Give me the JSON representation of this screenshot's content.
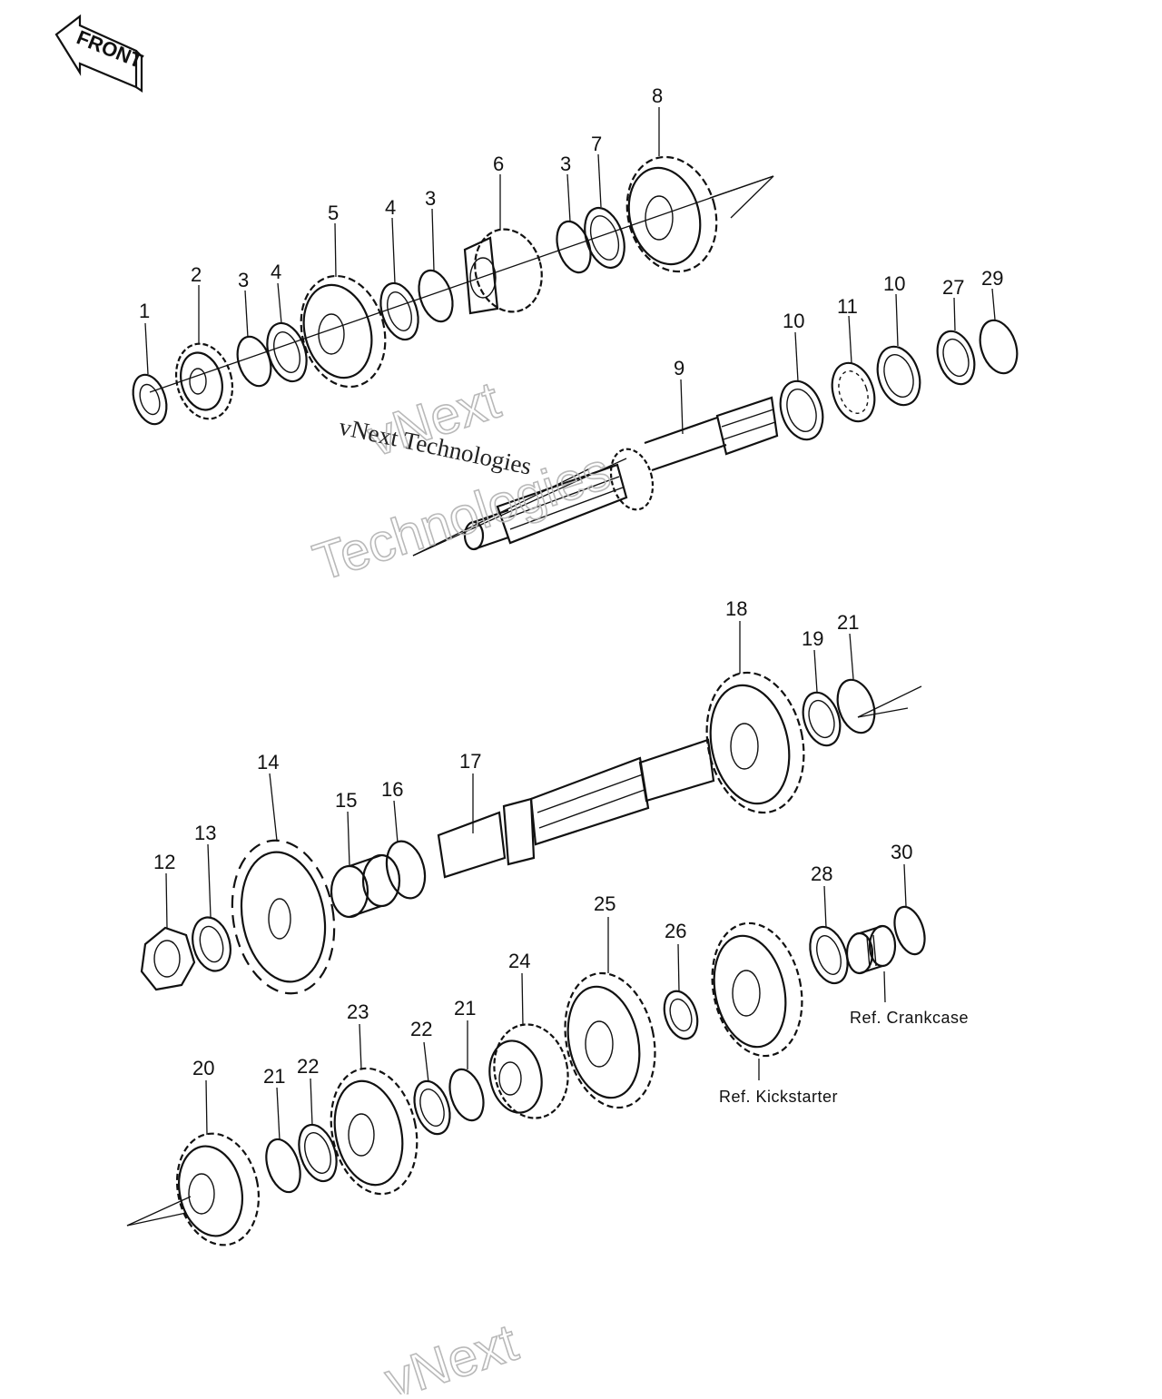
{
  "front_badge": "FRONT",
  "callouts": [
    "1",
    "2",
    "3",
    "4",
    "5",
    "6",
    "7",
    "8",
    "9",
    "10",
    "11",
    "12",
    "13",
    "14",
    "15",
    "16",
    "17",
    "18",
    "19",
    "20",
    "21",
    "22",
    "23",
    "24",
    "25",
    "26",
    "27",
    "28",
    "29",
    "30"
  ],
  "references": {
    "crankcase": "Ref.  Crankcase",
    "kickstarter": "Ref.  Kickstarter"
  },
  "watermark": {
    "line1": "vNext",
    "line2": "Technologies",
    "caption": "vNext Technologies",
    "bottom_caption": "vNext"
  }
}
